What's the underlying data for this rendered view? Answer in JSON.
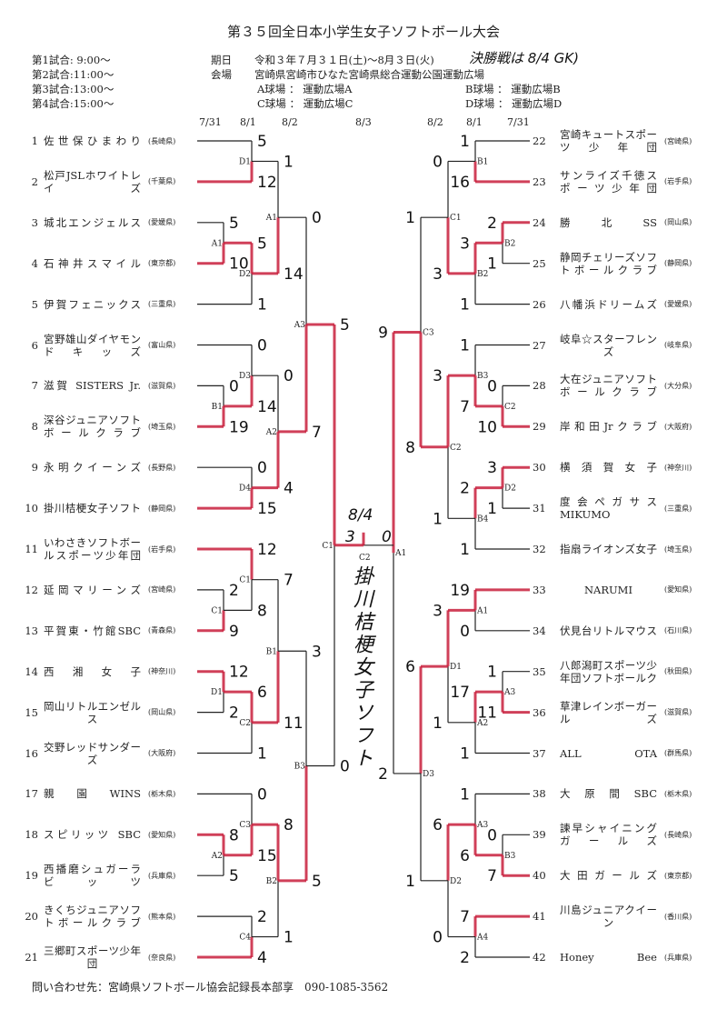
{
  "header": {
    "title": "第３５回全日本小学生女子ソフトボール大会",
    "schedule": [
      "第1試合: 9:00～",
      "第2試合:11:00～",
      "第3試合:13:00～",
      "第4試合:15:00～"
    ],
    "period_label": "期日",
    "period_value": "令和３年７月３１日(土)～8月３日(火)",
    "handwritten_note": "決勝戦は 8/4 GK)",
    "venue_label": "会場",
    "venue_value": "宮崎県宮崎市ひなた宮崎県総合運動公園運動広場",
    "courts": [
      "A球場 ： 運動広場A",
      "B球場 ： 運動広場B",
      "C球場 ： 運動広場C",
      "D球場 ： 運動広場D"
    ]
  },
  "dates": [
    "7/31",
    "8/1",
    "8/2",
    "8/3",
    "8/2",
    "8/1",
    "7/31"
  ],
  "left_teams": [
    {
      "num": "1",
      "lines": [
        "佐世保ひまわり"
      ],
      "pref": "(長崎県)"
    },
    {
      "num": "2",
      "lines": [
        "松戸JSLホワイトレ",
        "イズ"
      ],
      "pref": "(千葉県)"
    },
    {
      "num": "3",
      "lines": [
        "城北エンジェルス"
      ],
      "pref": "(愛媛県)"
    },
    {
      "num": "4",
      "lines": [
        "石神井スマイル"
      ],
      "pref": "(東京都)"
    },
    {
      "num": "5",
      "lines": [
        "伊賀フェニックス"
      ],
      "pref": "(三重県)"
    },
    {
      "num": "6",
      "lines": [
        "宮野雄山ダイヤモン",
        "ドキッズ"
      ],
      "pref": "(富山県)"
    },
    {
      "num": "7",
      "lines": [
        "滋賀 SISTERS Jr."
      ],
      "pref": "(滋賀県)"
    },
    {
      "num": "8",
      "lines": [
        "深谷ジュニアソフト",
        "ボールクラブ"
      ],
      "pref": "(埼玉県)"
    },
    {
      "num": "9",
      "lines": [
        "永明クイーンズ"
      ],
      "pref": "(長野県)"
    },
    {
      "num": "10",
      "lines": [
        "掛川桔梗女子ソフト"
      ],
      "pref": "(静岡県)"
    },
    {
      "num": "11",
      "lines": [
        "いわさきソフトボー",
        "ルスポーツ少年団"
      ],
      "pref": "(岩手県)"
    },
    {
      "num": "12",
      "lines": [
        "延岡マリーンズ"
      ],
      "pref": "(宮崎県)"
    },
    {
      "num": "13",
      "lines": [
        "平賀東・竹館SBC"
      ],
      "pref": "(青森県)"
    },
    {
      "num": "14",
      "lines": [
        "西湘女子"
      ],
      "pref": "(神奈川)"
    },
    {
      "num": "15",
      "lines": [
        "岡山リトルエンゼル",
        "ス"
      ],
      "pref": "(岡山県)"
    },
    {
      "num": "16",
      "lines": [
        "交野レッドサンダー",
        "ズ"
      ],
      "pref": "(大阪府)"
    },
    {
      "num": "17",
      "lines": [
        "親 園 WINS"
      ],
      "pref": "(栃木県)"
    },
    {
      "num": "18",
      "lines": [
        "スピリッツ SBC"
      ],
      "pref": "(愛知県)"
    },
    {
      "num": "19",
      "lines": [
        "西播磨シュガーラ",
        "ビッツ"
      ],
      "pref": "(兵庫県)"
    },
    {
      "num": "20",
      "lines": [
        "きくちジュニアソフ",
        "トボールクラブ"
      ],
      "pref": "(熊本県)"
    },
    {
      "num": "21",
      "lines": [
        "三郷町スポーツ少年",
        "団"
      ],
      "pref": "(奈良県)"
    }
  ],
  "right_teams": [
    {
      "num": "22",
      "lines": [
        "宮崎キュートスポー",
        "ツ少年団"
      ],
      "pref": "(宮崎県)"
    },
    {
      "num": "23",
      "lines": [
        "サンライズ千徳ス",
        "ポーツ少年団"
      ],
      "pref": "(岩手県)"
    },
    {
      "num": "24",
      "lines": [
        "勝 北 SS"
      ],
      "pref": "(岡山県)"
    },
    {
      "num": "25",
      "lines": [
        "静岡チェリーズソフ",
        "トボールクラブ"
      ],
      "pref": "(静岡県)"
    },
    {
      "num": "26",
      "lines": [
        "八幡浜ドリームズ"
      ],
      "pref": "(愛媛県)"
    },
    {
      "num": "27",
      "lines": [
        "岐阜☆スターフレン",
        "ズ"
      ],
      "pref": "(岐阜県)"
    },
    {
      "num": "28",
      "lines": [
        "大在ジュニアソフト",
        "ボールクラブ"
      ],
      "pref": "(大分県)"
    },
    {
      "num": "29",
      "lines": [
        "岸和田Jrクラブ"
      ],
      "pref": "(大阪府)"
    },
    {
      "num": "30",
      "lines": [
        "横須賀女子"
      ],
      "pref": "(神奈川)"
    },
    {
      "num": "31",
      "lines": [
        "度会ペガサスMIKUMO"
      ],
      "pref": "(三重県)"
    },
    {
      "num": "32",
      "lines": [
        "指扇ライオンズ女子"
      ],
      "pref": "(埼玉県)"
    },
    {
      "num": "33",
      "lines": [
        "NARUMI"
      ],
      "pref": "(愛知県)"
    },
    {
      "num": "34",
      "lines": [
        "伏見台リトルマウス"
      ],
      "pref": "(石川県)"
    },
    {
      "num": "35",
      "lines": [
        "八郎潟町スポーツ少",
        "年団ソフトボールク"
      ],
      "pref": "(秋田県)"
    },
    {
      "num": "36",
      "lines": [
        "草津レインボーガー",
        "ルズ"
      ],
      "pref": "(滋賀県)"
    },
    {
      "num": "37",
      "lines": [
        "ALL OTA"
      ],
      "pref": "(群馬県)"
    },
    {
      "num": "38",
      "lines": [
        "大 原 間 SBC"
      ],
      "pref": "(栃木県)"
    },
    {
      "num": "39",
      "lines": [
        "諫早シャイニング",
        "ガールズ"
      ],
      "pref": "(長崎県)"
    },
    {
      "num": "40",
      "lines": [
        "大田ガールズ"
      ],
      "pref": "(東京都)"
    },
    {
      "num": "41",
      "lines": [
        "川島ジュニアクイー",
        "ン"
      ],
      "pref": "(香川県)"
    },
    {
      "num": "42",
      "lines": [
        "Honey Bee"
      ],
      "pref": "(兵庫県)"
    }
  ],
  "matches": {
    "L1": {
      "court": "D1",
      "scores": [
        "5",
        "12"
      ],
      "winner": "b"
    },
    "L2": {
      "court": "A1",
      "scores": [
        "5",
        "10"
      ],
      "winner": "b"
    },
    "L3": {
      "court": "D2",
      "scores": [
        "5",
        "1"
      ],
      "winner": "a"
    },
    "L4": {
      "court": "A1",
      "scores": [
        "1",
        "14"
      ],
      "winner": "b"
    },
    "L5": {
      "court": "B1",
      "scores": [
        "0",
        "19"
      ],
      "winner": "b"
    },
    "L6": {
      "court": "D3",
      "scores": [
        "0",
        "14"
      ],
      "winner": "b"
    },
    "L7": {
      "court": "D4",
      "scores": [
        "0",
        "15"
      ],
      "winner": "b"
    },
    "L8": {
      "court": "A2",
      "scores": [
        "0",
        "4"
      ],
      "winner": "b"
    },
    "L9": {
      "court": "A3",
      "scores": [
        "0",
        "7"
      ],
      "winner": "b"
    },
    "L10": {
      "court": "C1",
      "scores": [
        "2",
        "9"
      ],
      "winner": "b"
    },
    "L11": {
      "court": "C1",
      "scores": [
        "12",
        "8"
      ],
      "winner": "a"
    },
    "L12": {
      "court": "D1",
      "scores": [
        "12",
        "2"
      ],
      "winner": "a"
    },
    "L13": {
      "court": "C2",
      "scores": [
        "6",
        "1"
      ],
      "winner": "a"
    },
    "L14": {
      "court": "B1",
      "scores": [
        "7",
        "11"
      ],
      "winner": "b"
    },
    "L15": {
      "court": "A2",
      "scores": [
        "8",
        "5"
      ],
      "winner": "a"
    },
    "L16": {
      "court": "C3",
      "scores": [
        "0",
        "15"
      ],
      "winner": "b"
    },
    "L17": {
      "court": "C4",
      "scores": [
        "2",
        "4"
      ],
      "winner": "b"
    },
    "L18": {
      "court": "B2",
      "scores": [
        "8",
        "1"
      ],
      "winner": "a"
    },
    "L19": {
      "court": "B3",
      "scores": [
        "3",
        "5"
      ],
      "winner": "b"
    },
    "L20": {
      "court": "C1",
      "scores": [
        "5",
        "0"
      ],
      "winner": "a"
    },
    "R1": {
      "court": "B1",
      "scores": [
        "1",
        "16"
      ],
      "winner": "b"
    },
    "R2": {
      "court": "B2",
      "scores": [
        "2",
        "1"
      ],
      "winner": "a"
    },
    "R3": {
      "court": "B2",
      "scores": [
        "3",
        "1"
      ],
      "winner": "a"
    },
    "R4": {
      "court": "C1",
      "scores": [
        "0",
        "3"
      ],
      "winner": "b"
    },
    "R5": {
      "court": "C2",
      "scores": [
        "0",
        "10"
      ],
      "winner": "b"
    },
    "R6": {
      "court": "B3",
      "scores": [
        "1",
        "7"
      ],
      "winner": "b"
    },
    "R7": {
      "court": "D2",
      "scores": [
        "3",
        "1"
      ],
      "winner": "a"
    },
    "R8": {
      "court": "B4",
      "scores": [
        "2",
        "1"
      ],
      "winner": "a"
    },
    "R9": {
      "court": "C2",
      "scores": [
        "3",
        "1"
      ],
      "winner": "a"
    },
    "R10": {
      "court": "C3",
      "scores": [
        "1",
        "8"
      ],
      "winner": "b"
    },
    "R11": {
      "court": "A1",
      "scores": [
        "19",
        "0"
      ],
      "winner": "a"
    },
    "R12": {
      "court": "A3",
      "scores": [
        "1",
        "11"
      ],
      "winner": "b"
    },
    "R13": {
      "court": "A2",
      "scores": [
        "17",
        "1"
      ],
      "winner": "a"
    },
    "R14": {
      "court": "D1",
      "scores": [
        "3",
        "1"
      ],
      "winner": "a"
    },
    "R15": {
      "court": "B3",
      "scores": [
        "0",
        "7"
      ],
      "winner": "b"
    },
    "R16": {
      "court": "A3",
      "scores": [
        "1",
        "6"
      ],
      "winner": "b"
    },
    "R17": {
      "court": "A4",
      "scores": [
        "7",
        "2"
      ],
      "winner": "a"
    },
    "R18": {
      "court": "D2",
      "scores": [
        "6",
        "0"
      ],
      "winner": "a"
    },
    "R19": {
      "court": "D3",
      "scores": [
        "6",
        "1"
      ],
      "winner": "a"
    },
    "R20": {
      "court": "A1",
      "scores": [
        "9",
        "2"
      ],
      "winner": "a"
    }
  },
  "final": {
    "date": "8/4",
    "court": "C2",
    "left_score": "3",
    "right_score": "0",
    "winner": "left",
    "champion": "掛川桔梗女子ソフト"
  },
  "footer": {
    "contact": "問い合わせ先：宮崎県ソフトボール協会記録長本部享　090-1085-3562"
  },
  "colors": {
    "winner_line": "#c81e3c",
    "line": "#222222"
  }
}
